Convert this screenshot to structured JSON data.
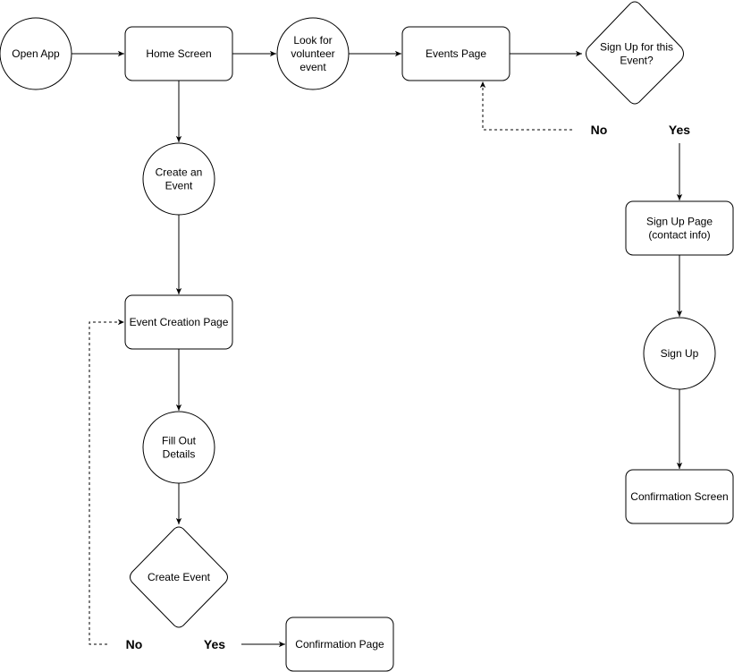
{
  "nodes": {
    "open_app": {
      "lines": [
        "Open App"
      ]
    },
    "home_screen": {
      "lines": [
        "Home Screen"
      ]
    },
    "look_for_event": {
      "lines": [
        "Look for",
        "volunteer",
        "event"
      ]
    },
    "events_page": {
      "lines": [
        "Events Page"
      ]
    },
    "sign_up_decision": {
      "lines": [
        "Sign Up for this",
        "Event?"
      ]
    },
    "create_an_event": {
      "lines": [
        "Create an",
        "Event"
      ]
    },
    "event_creation_page": {
      "lines": [
        "Event Creation Page"
      ]
    },
    "fill_out_details": {
      "lines": [
        "Fill Out",
        "Details"
      ]
    },
    "create_event_decision": {
      "lines": [
        "Create Event"
      ]
    },
    "confirmation_page": {
      "lines": [
        "Confirmation Page"
      ]
    },
    "sign_up_page": {
      "lines": [
        "Sign Up Page",
        "(contact info)"
      ]
    },
    "sign_up": {
      "lines": [
        "Sign Up"
      ]
    },
    "confirmation_screen": {
      "lines": [
        "Confirmation Screen"
      ]
    }
  },
  "branches": {
    "signup_no": "No",
    "signup_yes": "Yes",
    "create_no": "No",
    "create_yes": "Yes"
  }
}
